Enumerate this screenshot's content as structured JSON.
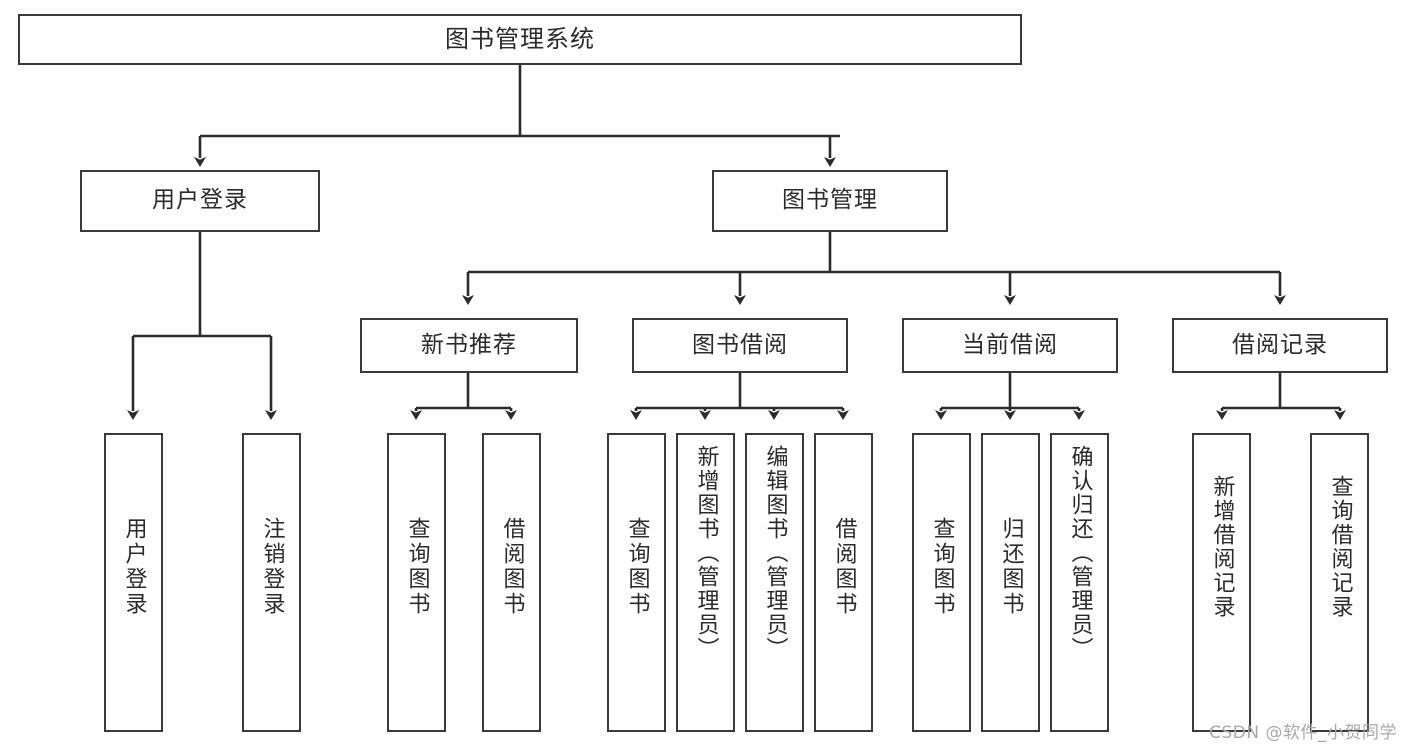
{
  "diagram": {
    "type": "tree",
    "title": "图书管理系统",
    "orientation": "top-down",
    "colors": {
      "node_border": "#3a3a3a",
      "node_fill": "#ffffff",
      "connector": "#2b2b2b",
      "text": "#2b2b2b",
      "watermark": "#a9a9a9",
      "background": "#ffffff"
    }
  },
  "watermark": {
    "text": "CSDN @软件_小贺同学"
  },
  "nodes": {
    "root": {
      "label": "图书管理系统",
      "level": 1
    },
    "level2": [
      {
        "id": "user-login",
        "label": "用户登录"
      },
      {
        "id": "book-management",
        "label": "图书管理"
      }
    ],
    "level3": [
      {
        "id": "new-book-recommend",
        "label": "新书推荐"
      },
      {
        "id": "book-borrow",
        "label": "图书借阅"
      },
      {
        "id": "current-borrow",
        "label": "当前借阅"
      },
      {
        "id": "borrow-record",
        "label": "借阅记录"
      }
    ],
    "leaves": [
      {
        "id": "leaf-user-login",
        "label": "用户登录",
        "parent": "user-login"
      },
      {
        "id": "leaf-logout-login",
        "label": "注销登录",
        "parent": "user-login"
      },
      {
        "id": "leaf-query-book-1",
        "label": "查询图书",
        "parent": "new-book-recommend"
      },
      {
        "id": "leaf-borrow-book-1",
        "label": "借阅图书",
        "parent": "new-book-recommend"
      },
      {
        "id": "leaf-query-book-2",
        "label": "查询图书",
        "parent": "book-borrow"
      },
      {
        "id": "leaf-add-book",
        "label": "新增图书（管理员）",
        "parent": "book-borrow"
      },
      {
        "id": "leaf-edit-book",
        "label": "编辑图书（管理员）",
        "parent": "book-borrow"
      },
      {
        "id": "leaf-borrow-book-2",
        "label": "借阅图书",
        "parent": "book-borrow"
      },
      {
        "id": "leaf-query-book-3",
        "label": "查询图书",
        "parent": "current-borrow"
      },
      {
        "id": "leaf-return-book",
        "label": "归还图书",
        "parent": "current-borrow"
      },
      {
        "id": "leaf-confirm-return",
        "label": "确认归还（管理员）",
        "parent": "current-borrow"
      },
      {
        "id": "leaf-add-record",
        "label": "新增借阅记录",
        "parent": "borrow-record"
      },
      {
        "id": "leaf-query-record",
        "label": "查询借阅记录",
        "parent": "borrow-record"
      }
    ]
  }
}
